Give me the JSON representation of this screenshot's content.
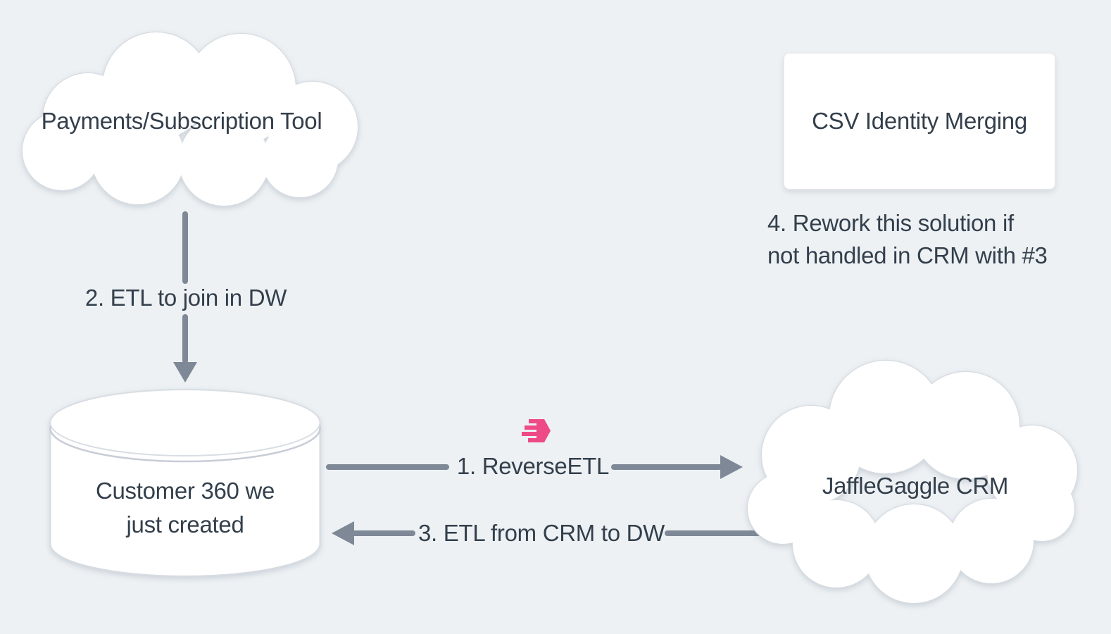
{
  "diagram": {
    "background_color": "#edf1f4",
    "colors": {
      "text": "#333f4b",
      "arrow": "#7e8896",
      "shape_fill": "#ffffff",
      "shape_border": "#d7dce2",
      "logo_pink": "#ee4a87"
    },
    "nodes": {
      "payments": {
        "shape": "cloud",
        "label": "Payments/Subscription Tool"
      },
      "csv_merge": {
        "shape": "card",
        "label": "CSV Identity Merging"
      },
      "customer360": {
        "shape": "database-cylinder",
        "label_line1": "Customer 360 we",
        "label_line2": "just created"
      },
      "crm": {
        "shape": "cloud",
        "label": "JaffleGaggle CRM"
      }
    },
    "edges": {
      "step1": {
        "label": "1. ReverseETL",
        "from": "customer360",
        "to": "crm",
        "direction": "right"
      },
      "step2": {
        "label": "2. ETL to join in DW",
        "from": "payments",
        "to": "customer360",
        "direction": "down"
      },
      "step3": {
        "label": "3. ETL from CRM to DW",
        "from": "crm",
        "to": "customer360",
        "direction": "left"
      }
    },
    "note": {
      "line1": "4. Rework this solution if",
      "line2": "not handled in CRM with #3"
    },
    "icons": {
      "reverse_etl_logo": "pink-speed-hexagon-logo"
    }
  }
}
